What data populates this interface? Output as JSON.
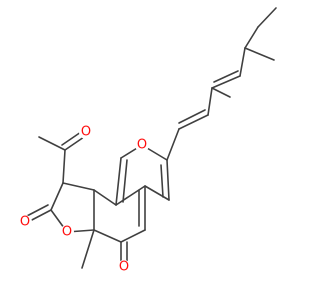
{
  "molecule": {
    "atom_labels": {
      "o_pyran": "O",
      "o_lactone_ring": "O",
      "o_lactone_carbonyl": "O",
      "o_ketone": "O",
      "o_acetyl": "O"
    },
    "colors": {
      "bond": "#404040",
      "oxygen": "#ff0d0d",
      "background": "#ffffff"
    }
  }
}
